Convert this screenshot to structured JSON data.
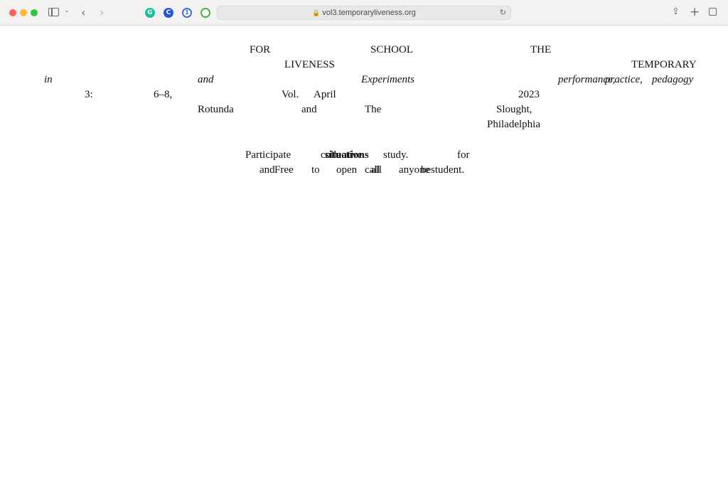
{
  "browser": {
    "url": "vol3.temporaryliveness.org",
    "colors": {
      "close": "#ff5f57",
      "minimize": "#febc2e",
      "maximize": "#28c840"
    },
    "extensions": [
      {
        "name": "grammarly-icon",
        "letter": "G",
        "color": "#15c39a"
      },
      {
        "name": "c-extension-icon",
        "letter": "C",
        "color": "#2456d6"
      },
      {
        "name": "password-manager-icon",
        "letter": "",
        "color": "#3b6fd6"
      },
      {
        "name": "ring-extension-icon",
        "letter": "",
        "color": "#46b34a"
      }
    ]
  },
  "page": {
    "title_words": [
      "FOR",
      "SCHOOL",
      "THE",
      "LIVENESS",
      "TEMPORARY"
    ],
    "subtitle_words": [
      "in",
      "and",
      "Experiments",
      "performance,",
      "practice,",
      "pedagogy"
    ],
    "date_words": [
      "3:",
      "6–8,",
      "Vol.",
      "April",
      "2023"
    ],
    "venue_words": [
      "Rotunda",
      "and",
      "The",
      "Slought,",
      "Philadelphia"
    ],
    "body_line1_words": [
      "Participate",
      "collective",
      "situations",
      "study.",
      "for"
    ],
    "body_line2_words": [
      "and",
      "Free",
      "to",
      "open",
      "call",
      "all",
      "anyone",
      "be",
      "student."
    ]
  }
}
